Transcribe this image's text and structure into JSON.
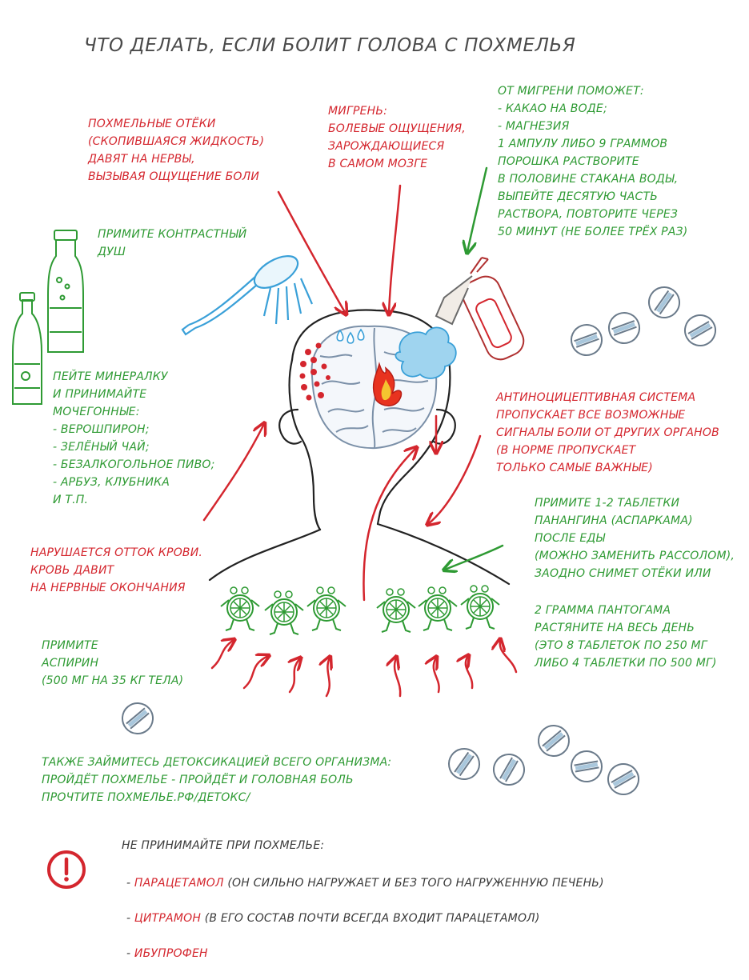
{
  "title": "ЧТО ДЕЛАТЬ, ЕСЛИ БОЛИТ ГОЛОВА С ПОХМЕЛЬЯ",
  "causes": {
    "edema": "ПОХМЕЛЬНЫЕ ОТЁКИ\n(СКОПИВШАЯСЯ ЖИДКОСТЬ)\nДАВЯТ НА НЕРВЫ,\nВЫЗЫВАЯ ОЩУЩЕНИЕ БОЛИ",
    "migraine": "МИГРЕНЬ:\nБОЛЕВЫЕ ОЩУЩЕНИЯ,\nЗАРОЖДАЮЩИЕСЯ\nВ САМОМ МОЗГЕ",
    "antinociceptive": "АНТИНОЦИЦЕПТИВНАЯ СИСТЕМА\nПРОПУСКАЕТ ВСЕ ВОЗМОЖНЫЕ\nСИГНАЛЫ БОЛИ ОТ ДРУГИХ ОРГАНОВ\n(В НОРМЕ ПРОПУСКАЕТ\nТОЛЬКО САМЫЕ ВАЖНЫЕ)",
    "blood_flow": "НАРУШАЕТСЯ ОТТОК КРОВИ.\nКРОВЬ ДАВИТ\nНА НЕРВНЫЕ ОКОНЧАНИЯ"
  },
  "remedies": {
    "migraine_help": "ОТ МИГРЕНИ ПОМОЖЕТ:\n- КАКАО НА ВОДЕ;\n- МАГНЕЗИЯ\n1 АМПУЛУ ЛИБО 9 ГРАММОВ\nПОРОШКА РАСТВОРИТЕ\nВ ПОЛОВИНЕ СТАКАНА ВОДЫ,\nВЫПЕЙТЕ ДЕСЯТУЮ ЧАСТЬ\nРАСТВОРА, ПОВТОРИТЕ ЧЕРЕЗ\n50 МИНУТ (НЕ БОЛЕЕ ТРЁХ РАЗ)",
    "shower": "ПРИМИТЕ КОНТРАСТНЫЙ\nДУШ",
    "mineral_water": "ПЕЙТЕ МИНЕРАЛКУ\nИ ПРИНИМАЙТЕ\nМОЧЕГОННЫЕ:\n- ВЕРОШПИРОН;\n- ЗЕЛЁНЫЙ ЧАЙ;\n- БЕЗАЛКОГОЛЬНОЕ ПИВО;\n- АРБУЗ, КЛУБНИКА\nИ Т.П.",
    "panangin": "ПРИМИТЕ 1-2 ТАБЛЕТКИ\nПАНАНГИНА (АСПАРКАМА)\nПОСЛЕ ЕДЫ\n(МОЖНО ЗАМЕНИТЬ РАССОЛОМ),\nЗАОДНО СНИМЕТ ОТЁКИ ИЛИ",
    "pantogam": "2 ГРАММА ПАНТОГАМА\nРАСТЯНИТЕ НА ВЕСЬ  ДЕНЬ\n(ЭТО 8 ТАБЛЕТОК ПО 250 МГ\nЛИБО 4 ТАБЛЕТКИ ПО 500 МГ)",
    "aspirin": "ПРИМИТЕ\nАСПИРИН\n(500 МГ НА 35 КГ ТЕЛА)",
    "detox": "ТАКЖЕ ЗАЙМИТЕСЬ ДЕТОКСИКАЦИЕЙ ВСЕГО ОРГАНИЗМА:\nПРОЙДЁТ ПОХМЕЛЬЕ - ПРОЙДЁТ И ГОЛОВНАЯ БОЛЬ\nПРОЧТИТЕ ПОХМЕЛЬЕ.РФ/ДЕТОКС/"
  },
  "warning": {
    "icon": "exclamation-circle-icon",
    "heading": "НЕ ПРИНИМАЙТЕ ПРИ ПОХМЕЛЬЕ:",
    "items": [
      {
        "dash": "- ",
        "drug": "ПАРАЦЕТАМОЛ",
        "note": " (ОН СИЛЬНО НАГРУЖАЕТ И БЕЗ ТОГО НАГРУЖЕННУЮ ПЕЧЕНЬ)"
      },
      {
        "dash": "- ",
        "drug": "ЦИТРАМОН",
        "note": " (В ЕГО СОСТАВ ПОЧТИ ВСЕГДА ВХОДИТ ПАРАЦЕТАМОЛ)"
      },
      {
        "dash": "- ",
        "drug": "ИБУПРОФЕН",
        "note": ""
      }
    ]
  },
  "colors": {
    "red": "#d4262e",
    "green": "#2e9a33",
    "blue": "#3aa0d8",
    "outline": "#4a5a6a",
    "text_dark": "#3a3a3a"
  }
}
